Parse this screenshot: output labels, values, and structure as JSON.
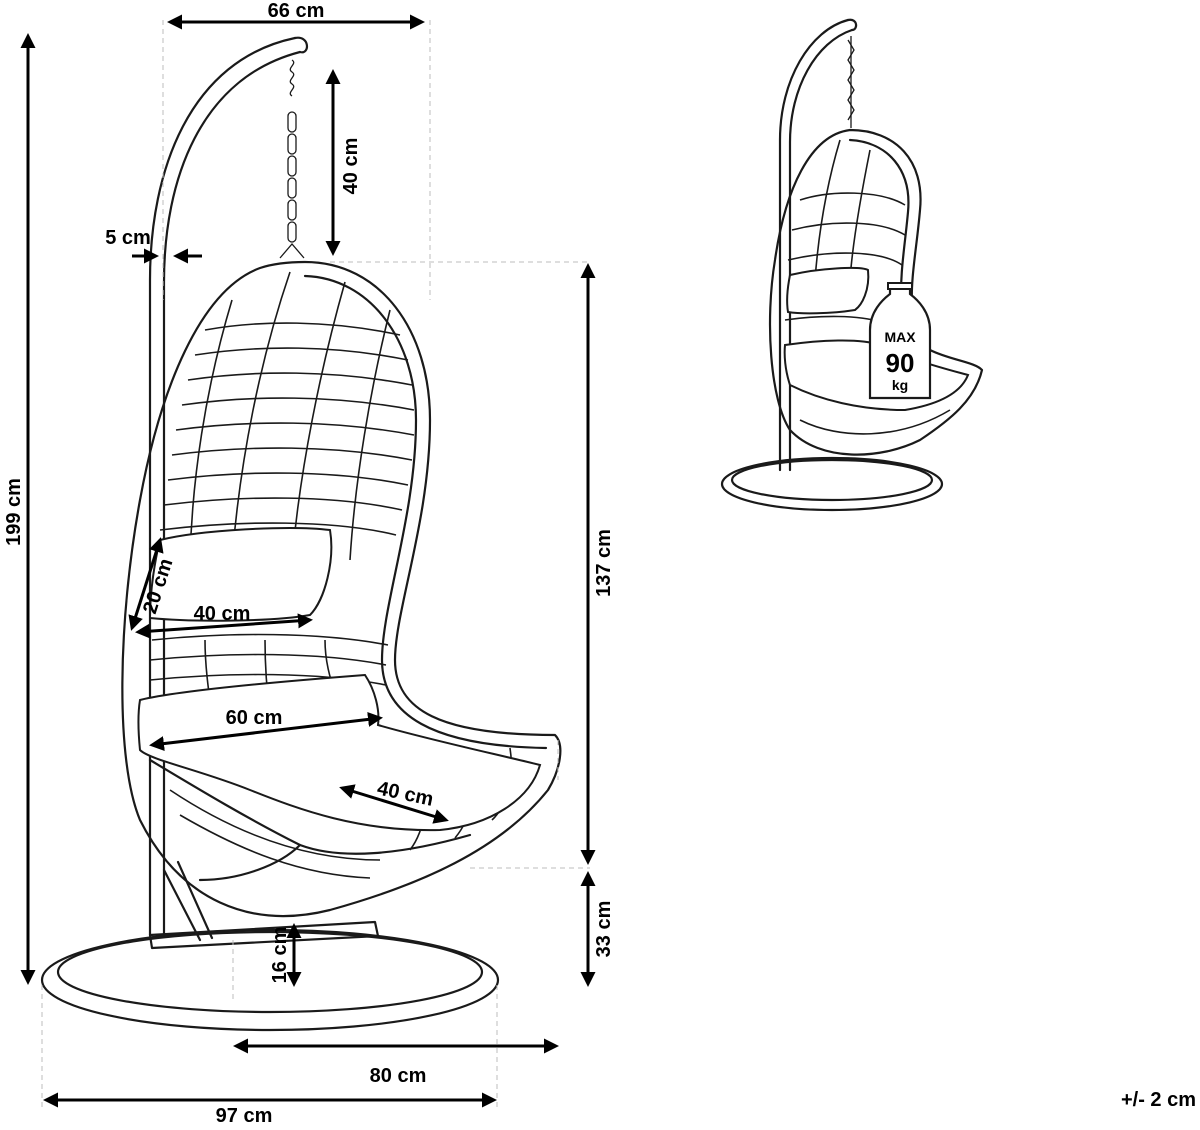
{
  "dimensions": {
    "frame_top_width": "66 cm",
    "chain_length": "40 cm",
    "tube_diameter": "5 cm",
    "total_height": "199 cm",
    "basket_height": "137 cm",
    "seat_height": "33 cm",
    "base_clearance": "16 cm",
    "headrest_height": "20 cm",
    "headrest_width": "40 cm",
    "seat_width": "60 cm",
    "seat_depth": "40 cm",
    "base_depth": "80 cm",
    "base_width": "97 cm"
  },
  "capacity": {
    "max_label": "MAX",
    "value": "90",
    "unit": "kg"
  },
  "tolerance": "+/- 2 cm"
}
